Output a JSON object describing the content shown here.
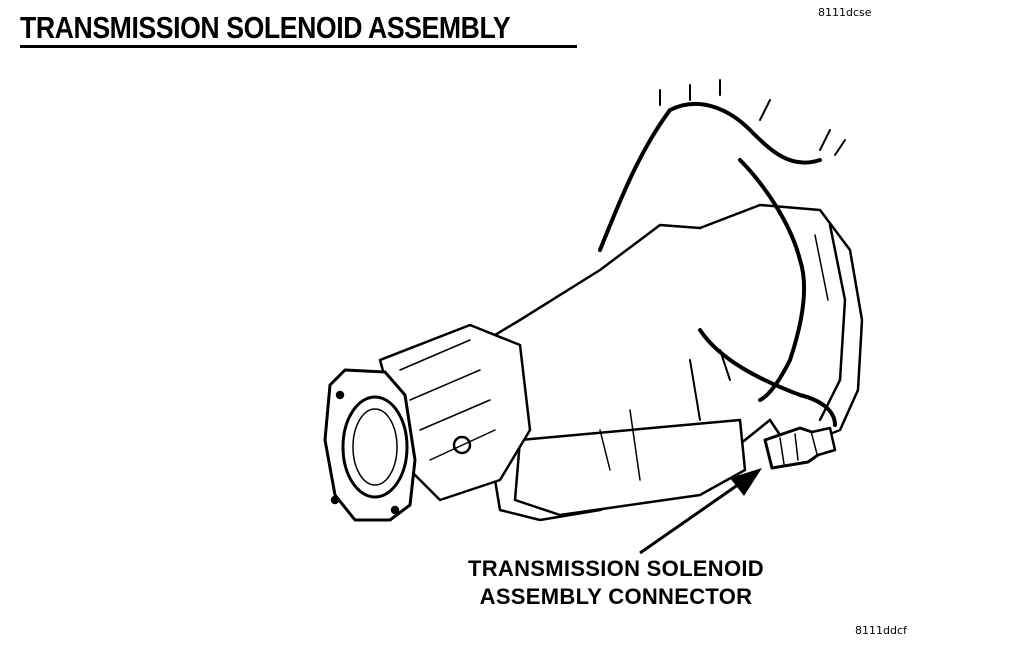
{
  "title": "TRANSMISSION SOLENOID ASSEMBLY",
  "figure_ref_top": "8111dcse",
  "callout": {
    "line1": "TRANSMISSION SOLENOID",
    "line2": "ASSEMBLY CONNECTOR"
  },
  "figure_ref_bottom": "8111ddcf"
}
